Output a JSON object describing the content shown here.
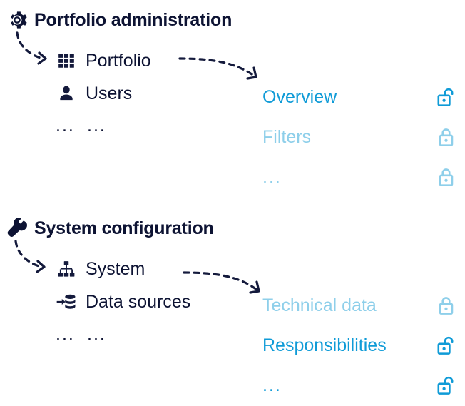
{
  "colors": {
    "dark_navy": "#0d1333",
    "accent_blue": "#0f9bd7",
    "muted_blue": "#8ecfea",
    "background": "#ffffff"
  },
  "groups": [
    {
      "id": "portfolio-administration",
      "heading": {
        "label": "Portfolio administration",
        "icon": "gear-icon"
      },
      "menu_items": [
        {
          "label": "Portfolio",
          "icon": "grid-icon"
        },
        {
          "label": "Users",
          "icon": "user-icon"
        }
      ],
      "menu_ellipsis": {
        "left": "...",
        "right": "..."
      },
      "detail_items": [
        {
          "label": "Overview",
          "state": "unlocked",
          "lock_icon": "unlock-icon",
          "emphasis": "active"
        },
        {
          "label": "Filters",
          "state": "locked",
          "lock_icon": "lock-icon",
          "emphasis": "muted"
        },
        {
          "label": "...",
          "state": "locked",
          "lock_icon": "lock-icon",
          "emphasis": "muted"
        }
      ]
    },
    {
      "id": "system-configuration",
      "heading": {
        "label": "System configuration",
        "icon": "wrench-icon"
      },
      "menu_items": [
        {
          "label": "System",
          "icon": "sitemap-icon"
        },
        {
          "label": "Data sources",
          "icon": "database-import-icon"
        }
      ],
      "menu_ellipsis": {
        "left": "...",
        "right": "..."
      },
      "detail_items": [
        {
          "label": "Technical data",
          "state": "locked",
          "lock_icon": "lock-icon",
          "emphasis": "muted"
        },
        {
          "label": "Responsibilities",
          "state": "unlocked",
          "lock_icon": "unlock-icon",
          "emphasis": "active"
        },
        {
          "label": "...",
          "state": "unlocked",
          "lock_icon": "unlock-icon",
          "emphasis": "active"
        }
      ]
    }
  ],
  "connectors": [
    {
      "from": "gear-icon",
      "to": "grid-icon",
      "style": "dashed-curved-arrow"
    },
    {
      "from": "Portfolio",
      "to": "Overview",
      "style": "dashed-curved-arrow"
    },
    {
      "from": "wrench-icon",
      "to": "sitemap-icon",
      "style": "dashed-curved-arrow"
    },
    {
      "from": "System",
      "to": "Technical data",
      "style": "dashed-curved-arrow"
    }
  ]
}
